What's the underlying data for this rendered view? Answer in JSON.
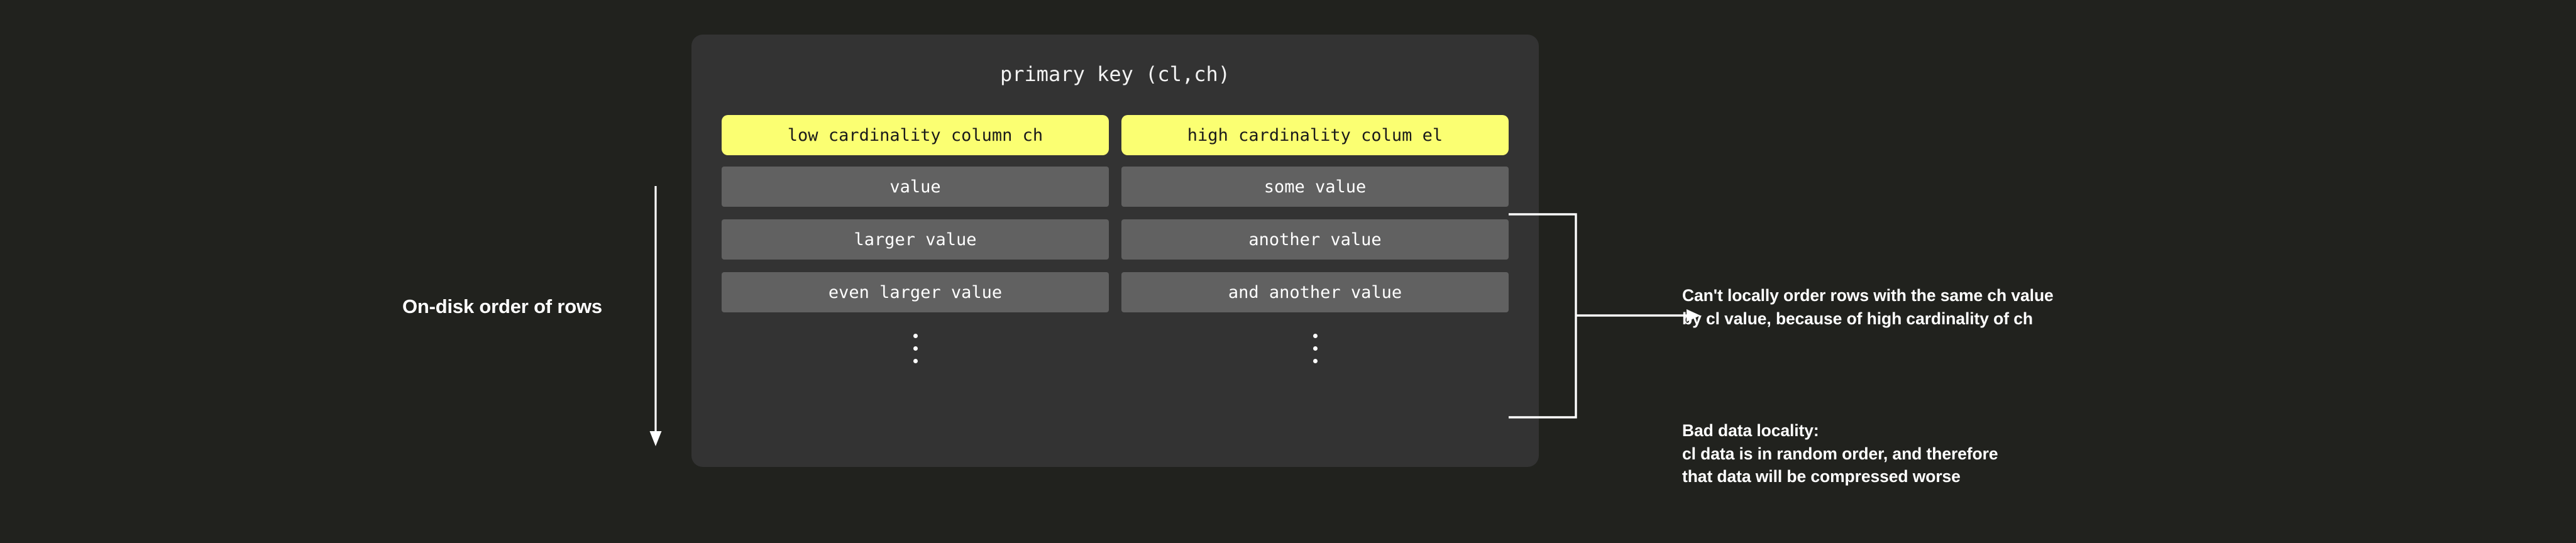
{
  "colors": {
    "page_background": "#21221e",
    "card_background": "#333333",
    "header_accent": "#fbff72",
    "value_cell": "#616161",
    "text": "#ffffff"
  },
  "left_axis": {
    "label": "On-disk order of rows",
    "arrow_direction": "down"
  },
  "card": {
    "title": "primary key (cl,ch)",
    "columns": [
      {
        "header": "low cardinality column ch",
        "values": [
          "value",
          "larger value",
          "even larger value"
        ],
        "continuation": "vertical-ellipsis"
      },
      {
        "header": "high cardinality colum el",
        "values": [
          "some value",
          "another value",
          "and another value"
        ],
        "continuation": "vertical-ellipsis"
      }
    ]
  },
  "annotations": [
    {
      "id": "ordering-note",
      "text": "Can't locally order rows with the same ch value\nby cl value, because of high cardinality of ch",
      "has_arrow": true
    },
    {
      "id": "locality-note",
      "text": "Bad data locality:\ncl data is in random order, and therefore\nthat data will be compressed worse",
      "has_arrow": false
    }
  ]
}
